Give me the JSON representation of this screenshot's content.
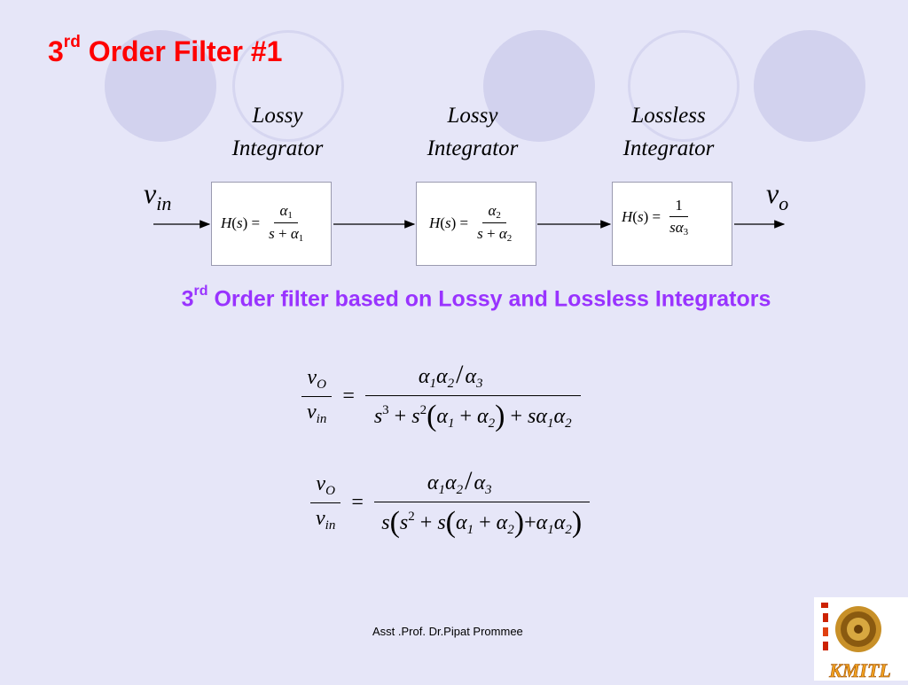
{
  "slide": {
    "title_prefix": "3",
    "title_sup": "rd",
    "title_rest": " Order Filter #1",
    "caption_prefix": "3",
    "caption_sup": "rd",
    "caption_rest": " Order filter based on Lossy and Lossless Integrators",
    "footer": "Asst .Prof. Dr.Pipat Prommee",
    "logo_text": "KMITL"
  },
  "diagram": {
    "input_signal": {
      "base": "v",
      "sub": "in"
    },
    "output_signal": {
      "base": "v",
      "sub": "o"
    },
    "stages": [
      {
        "line1": "Lossy",
        "line2": "Integrator",
        "alpha": "α",
        "idx": "1",
        "one": ""
      },
      {
        "line1": "Lossy",
        "line2": "Integrator",
        "alpha": "α",
        "idx": "2",
        "one": ""
      },
      {
        "line1": "Lossless",
        "line2": "Integrator",
        "alpha": "α",
        "idx": "3",
        "one": "1"
      }
    ],
    "tf_symbol": {
      "H": "H",
      "s": "s",
      "eq": "=",
      "plus": "+"
    }
  },
  "equations": {
    "v": "v",
    "O": "O",
    "in": "in",
    "s": "s",
    "alpha": "α",
    "one": "1",
    "two": "2",
    "three": "3",
    "plus": "+",
    "eq": "=",
    "slash": "/"
  },
  "colors": {
    "title": "#ff0000",
    "caption": "#9933ff",
    "background": "#e6e6f8"
  }
}
